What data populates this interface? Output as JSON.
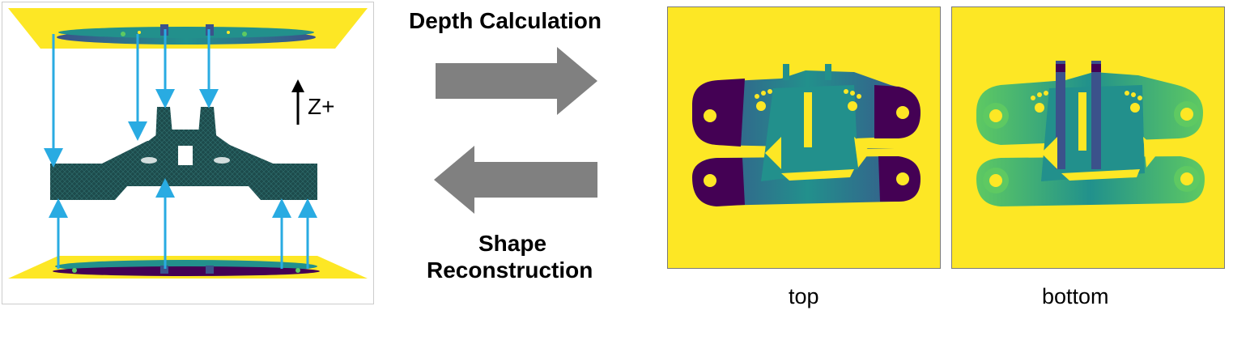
{
  "labels": {
    "forward": "Depth Calculation",
    "backward_line1": "Shape",
    "backward_line2": "Reconstruction",
    "axis": "Z+",
    "caption_top": "top",
    "caption_bottom": "bottom"
  },
  "colors": {
    "background_yellow": "#fde725",
    "mesh": "#1d4b4c",
    "ray": "#29abe2",
    "arrow": "#808080",
    "dark_purple": "#440154",
    "teal": "#22908c",
    "blue_purple": "#3b528b",
    "green": "#5ec962"
  },
  "icons": {
    "forward_arrow": "right-arrow-icon",
    "backward_arrow": "left-arrow-icon",
    "axis_arrow": "up-arrow-icon"
  }
}
